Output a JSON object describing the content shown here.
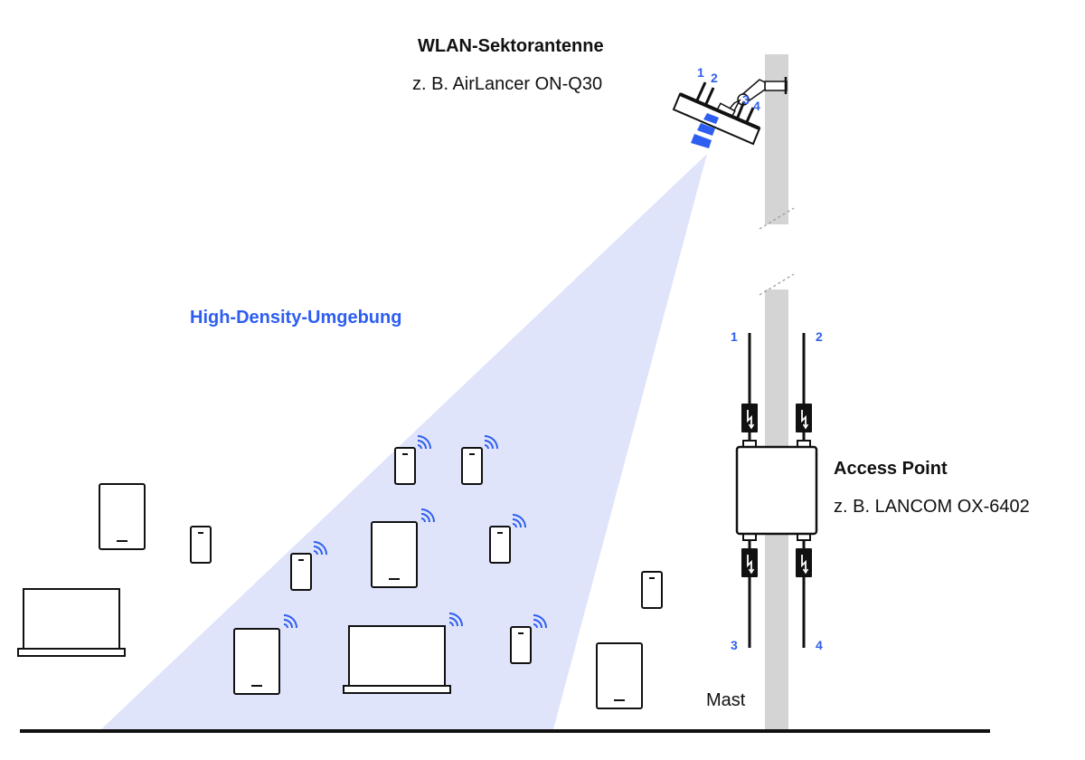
{
  "antenna": {
    "title": "WLAN-Sektorantenne",
    "subtitle": "z. B. AirLancer ON-Q30",
    "ports": [
      "1",
      "2",
      "3",
      "4"
    ]
  },
  "access_point": {
    "title": "Access Point",
    "subtitle": "z. B. LANCOM OX-6402",
    "ports": [
      "1",
      "2",
      "3",
      "4"
    ]
  },
  "zone_label": "High-Density-Umgebung",
  "mast_label": "Mast",
  "colors": {
    "accent": "#2e5ef0",
    "beam": "#dfe4fb",
    "mast": "#d4d4d4",
    "ink": "#111111"
  },
  "icons": [
    "wifi-signal-icon",
    "smartphone-icon",
    "tablet-icon",
    "laptop-icon",
    "surge-protector-icon"
  ]
}
